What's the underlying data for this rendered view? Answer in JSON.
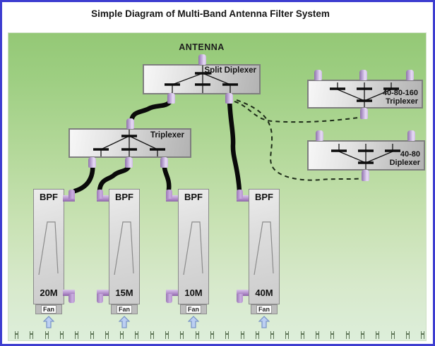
{
  "title": "Simple Diagram of Multi-Band Antenna Filter System",
  "antenna": {
    "label": "ANTENNA"
  },
  "boxes": {
    "split_diplexer": {
      "label": "Split Diplexer"
    },
    "triplexer": {
      "label": "Triplexer"
    },
    "triplexer_40_80_160": {
      "line1": "40-80-160",
      "line2": "Triplexer"
    },
    "diplexer_40_80": {
      "line1": "40-80",
      "line2": "Diplexer"
    }
  },
  "bpf_units": [
    {
      "type": "BPF",
      "band": "20M",
      "fan": "Fan"
    },
    {
      "type": "BPF",
      "band": "15M",
      "fan": "Fan"
    },
    {
      "type": "BPF",
      "band": "10M",
      "fan": "Fan"
    },
    {
      "type": "BPF",
      "band": "40M",
      "fan": "Fan"
    }
  ],
  "footer": {
    "fin_tick_count": 28
  },
  "colors": {
    "frame_border": "#3d3dd0",
    "canvas_green_top": "#94c876",
    "canvas_green_bottom": "#ddeeda",
    "equipment_box_light": "#f7f7f7",
    "equipment_box_dark": "#b3b3b3",
    "connector_purple": "#b795cf",
    "cable_black": "#0a0a0a",
    "dashed_line": "#1d2b18",
    "fan_arrow_fill": "#bccff2",
    "fan_arrow_border": "#7b96c8",
    "fin_tick_green": "#5c7455"
  }
}
